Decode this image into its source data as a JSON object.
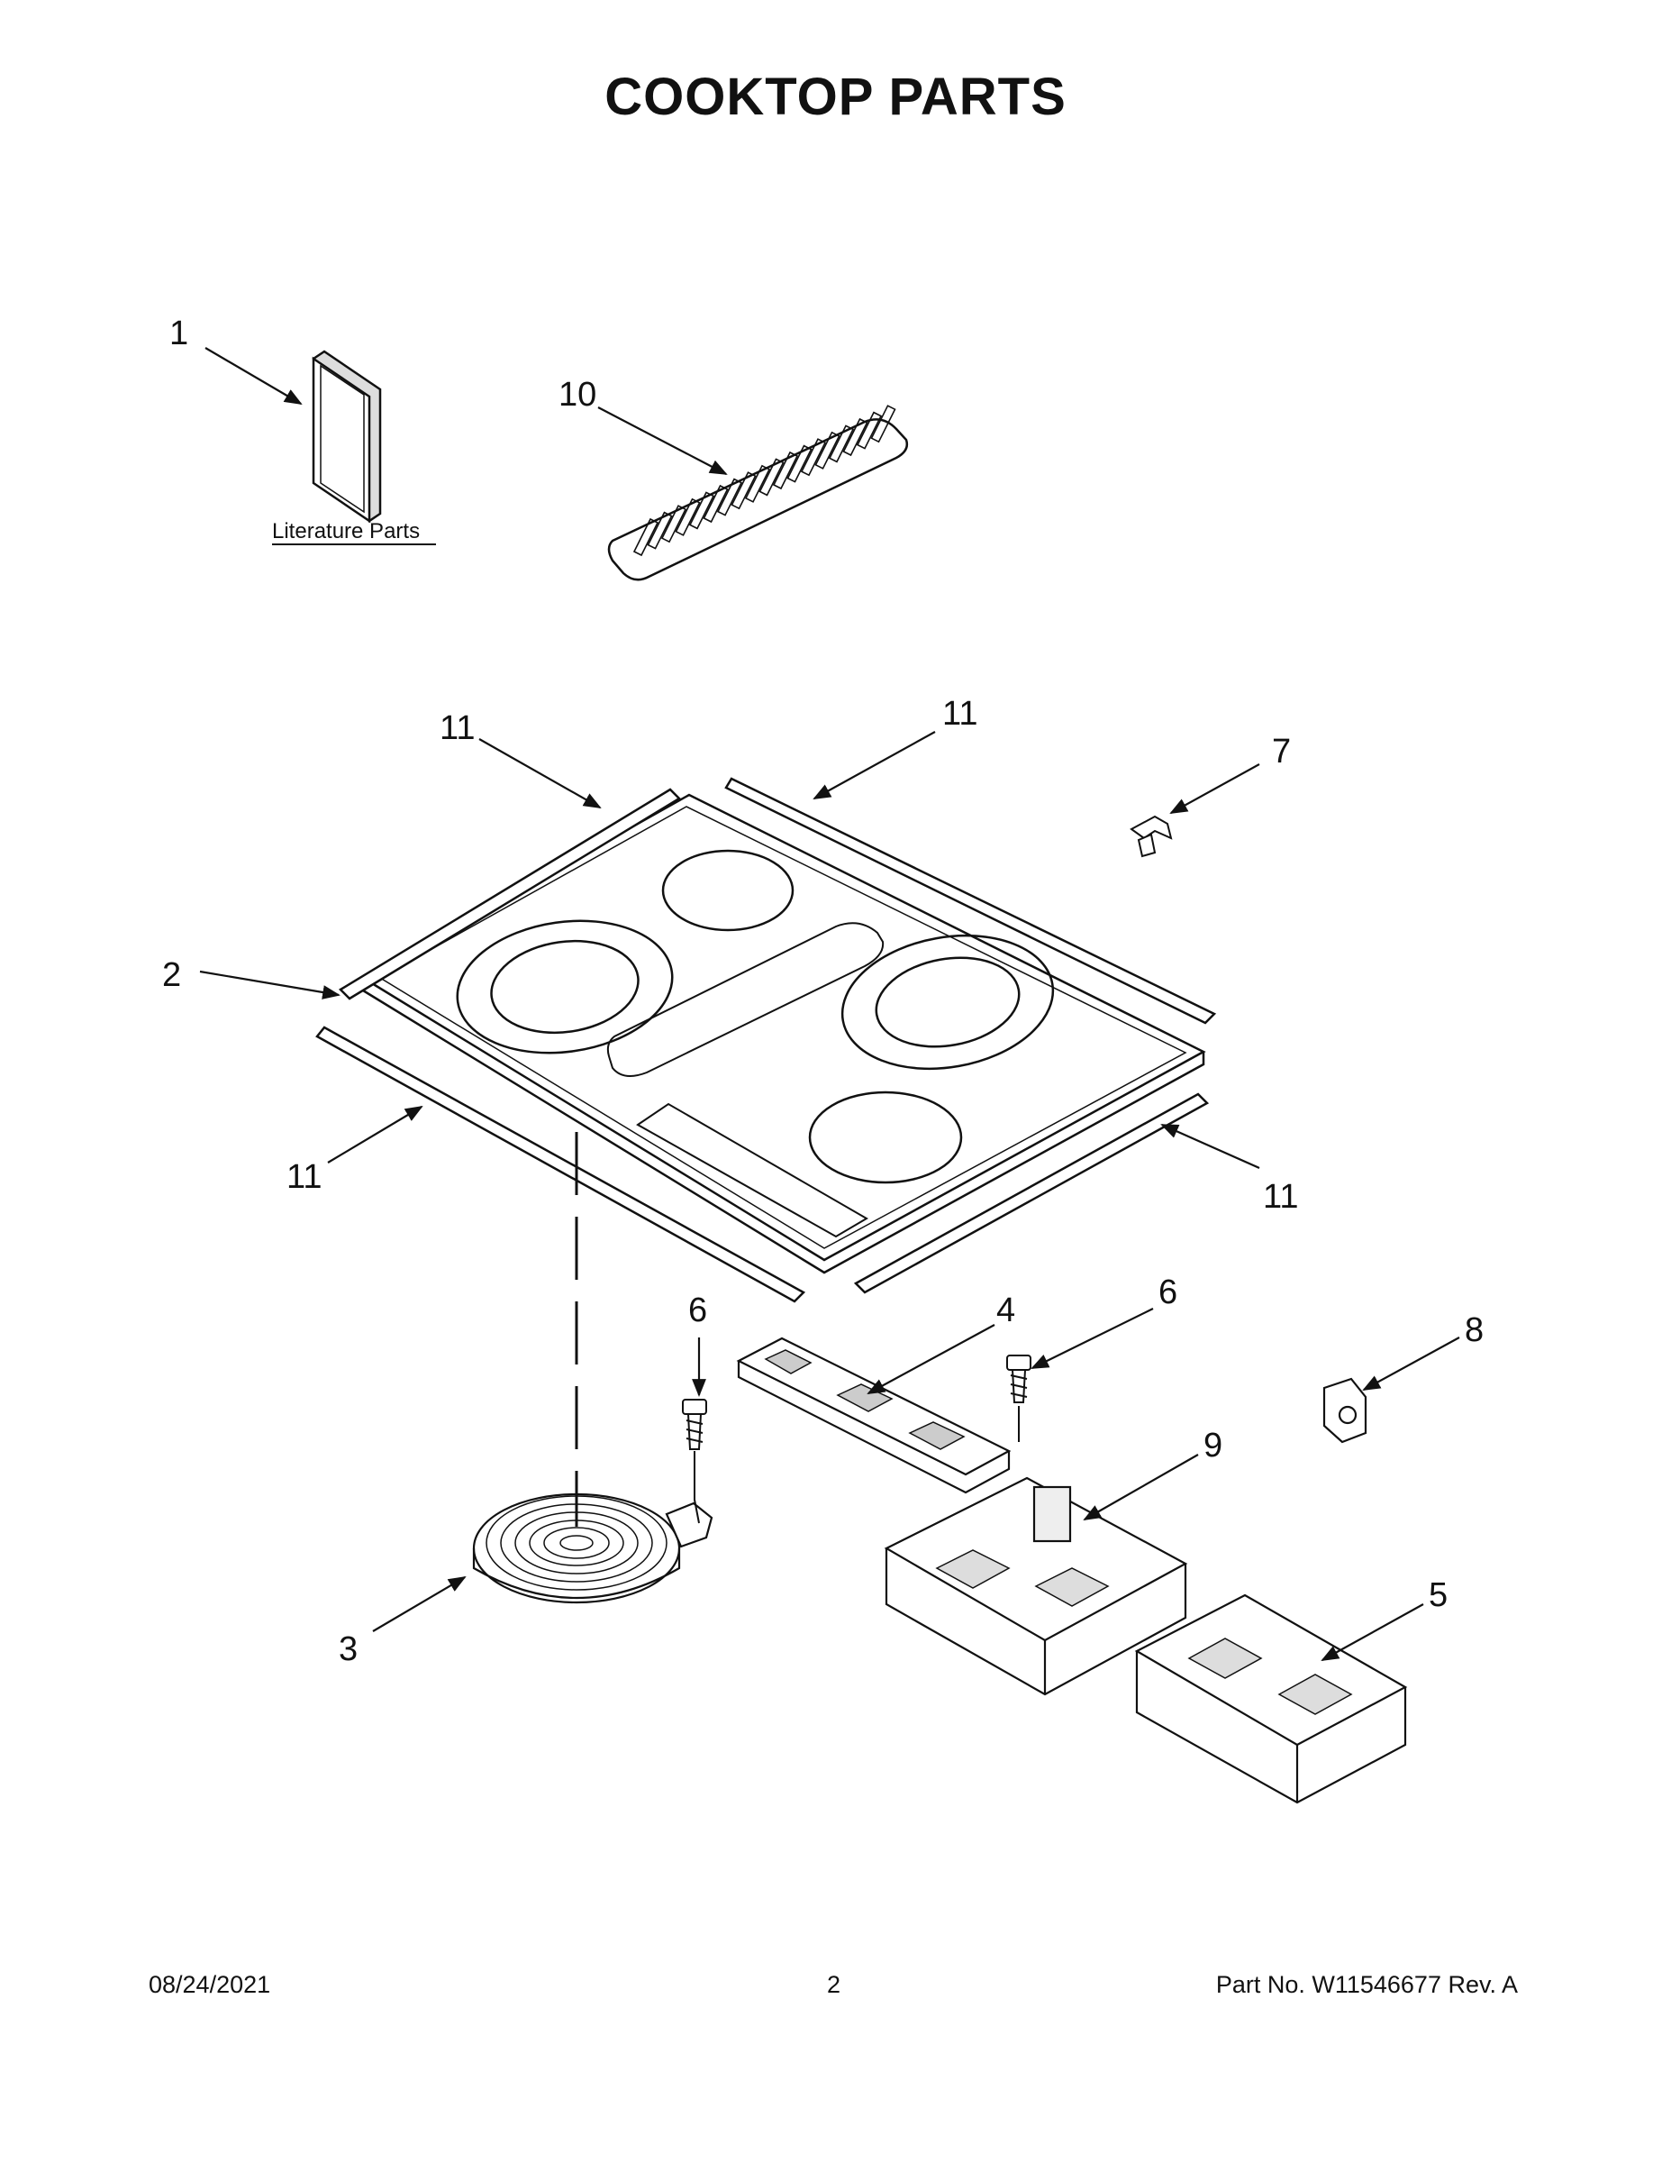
{
  "title": "COOKTOP PARTS",
  "literature_label": "Literature Parts",
  "callouts": {
    "c1": "1",
    "c10": "10",
    "c11a": "11",
    "c11b": "11",
    "c7": "7",
    "c2": "2",
    "c11c": "11",
    "c11d": "11",
    "c6a": "6",
    "c4": "4",
    "c6b": "6",
    "c8": "8",
    "c9": "9",
    "c3": "3",
    "c5": "5"
  },
  "footer": {
    "date": "08/24/2021",
    "page": "2",
    "part": "Part No.  W11546677  Rev.  A"
  }
}
